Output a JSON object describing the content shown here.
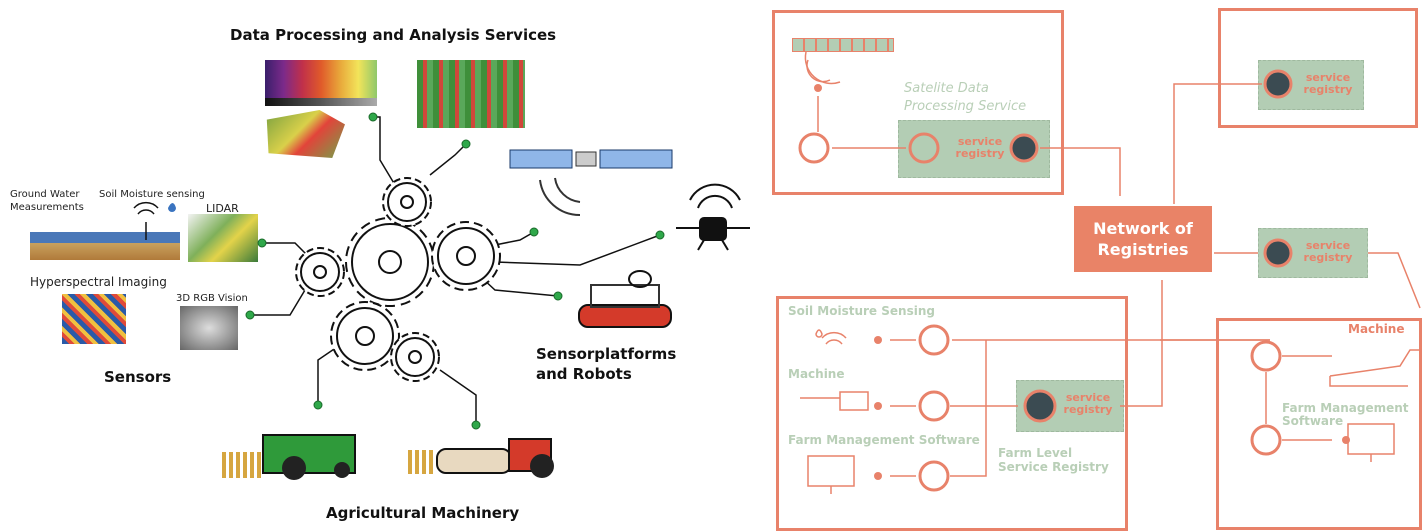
{
  "left": {
    "title_top": "Data Processing and Analysis Services",
    "sensors_title": "Sensors",
    "sensorplatforms_title": "Sensorplatforms\nand Robots",
    "machinery_title": "Agricultural Machinery",
    "ground_water": "Ground Water\nMeasurements",
    "soil_moisture": "Soil Moisture sensing",
    "lidar": "LIDAR",
    "hyperspectral": "Hyperspectral Imaging",
    "rgb_vision": "3D RGB Vision"
  },
  "right": {
    "satellite_label": "Satelite Data\nProcessing Service",
    "service_registry": "service\nregistry",
    "network": "Network of\nRegistries",
    "soil_moisture_sensing": "Soil Moisture Sensing",
    "machine_left": "Machine",
    "farm_mgmt_sw": "Farm Management Software",
    "farm_level": "Farm Level\nService Registry",
    "machine_right": "Machine",
    "farm_mgmt_right": "Farm Management\nSoftware"
  },
  "colors": {
    "salmon": "#e8826a",
    "sage": "#b3cdb4",
    "network_fill": "#e98367",
    "dark_circle": "#3b4b52"
  }
}
